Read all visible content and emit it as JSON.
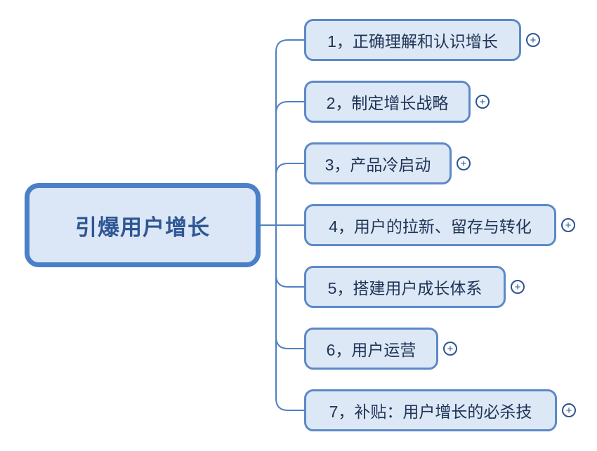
{
  "mindmap": {
    "root": {
      "label": "引爆用户增长"
    },
    "branches": [
      {
        "label": "1，正确理解和认识增长"
      },
      {
        "label": "2，制定增长战略"
      },
      {
        "label": "3，产品冷启动"
      },
      {
        "label": "4，用户的拉新、留存与转化"
      },
      {
        "label": "5，搭建用户成长体系"
      },
      {
        "label": "6，用户运营"
      },
      {
        "label": "7，补贴：用户增长的必杀技"
      }
    ]
  },
  "icons": {
    "expand_glyph": "+"
  },
  "colors": {
    "background": "#ffffff",
    "root_border": "#4a80c8",
    "root_fill": "#dbe7f6",
    "root_text": "#2e5694",
    "branch_border": "#5c89c6",
    "branch_fill": "#dde8f6",
    "branch_text": "#203457",
    "connector": "#4f80c0",
    "expand_icon": "#2d5492"
  }
}
